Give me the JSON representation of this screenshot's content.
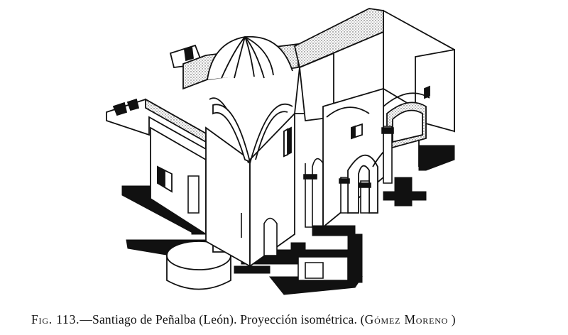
{
  "figure": {
    "caption": {
      "fig_label": "Fig. 113.",
      "dash": "—",
      "title": "Santiago de Peñalba (León). Proyección isométrica. (",
      "author": "Gómez Moreno",
      "closing": " )"
    },
    "colors": {
      "ink": "#111111",
      "paper": "#ffffff",
      "stipple": "#555555"
    }
  }
}
